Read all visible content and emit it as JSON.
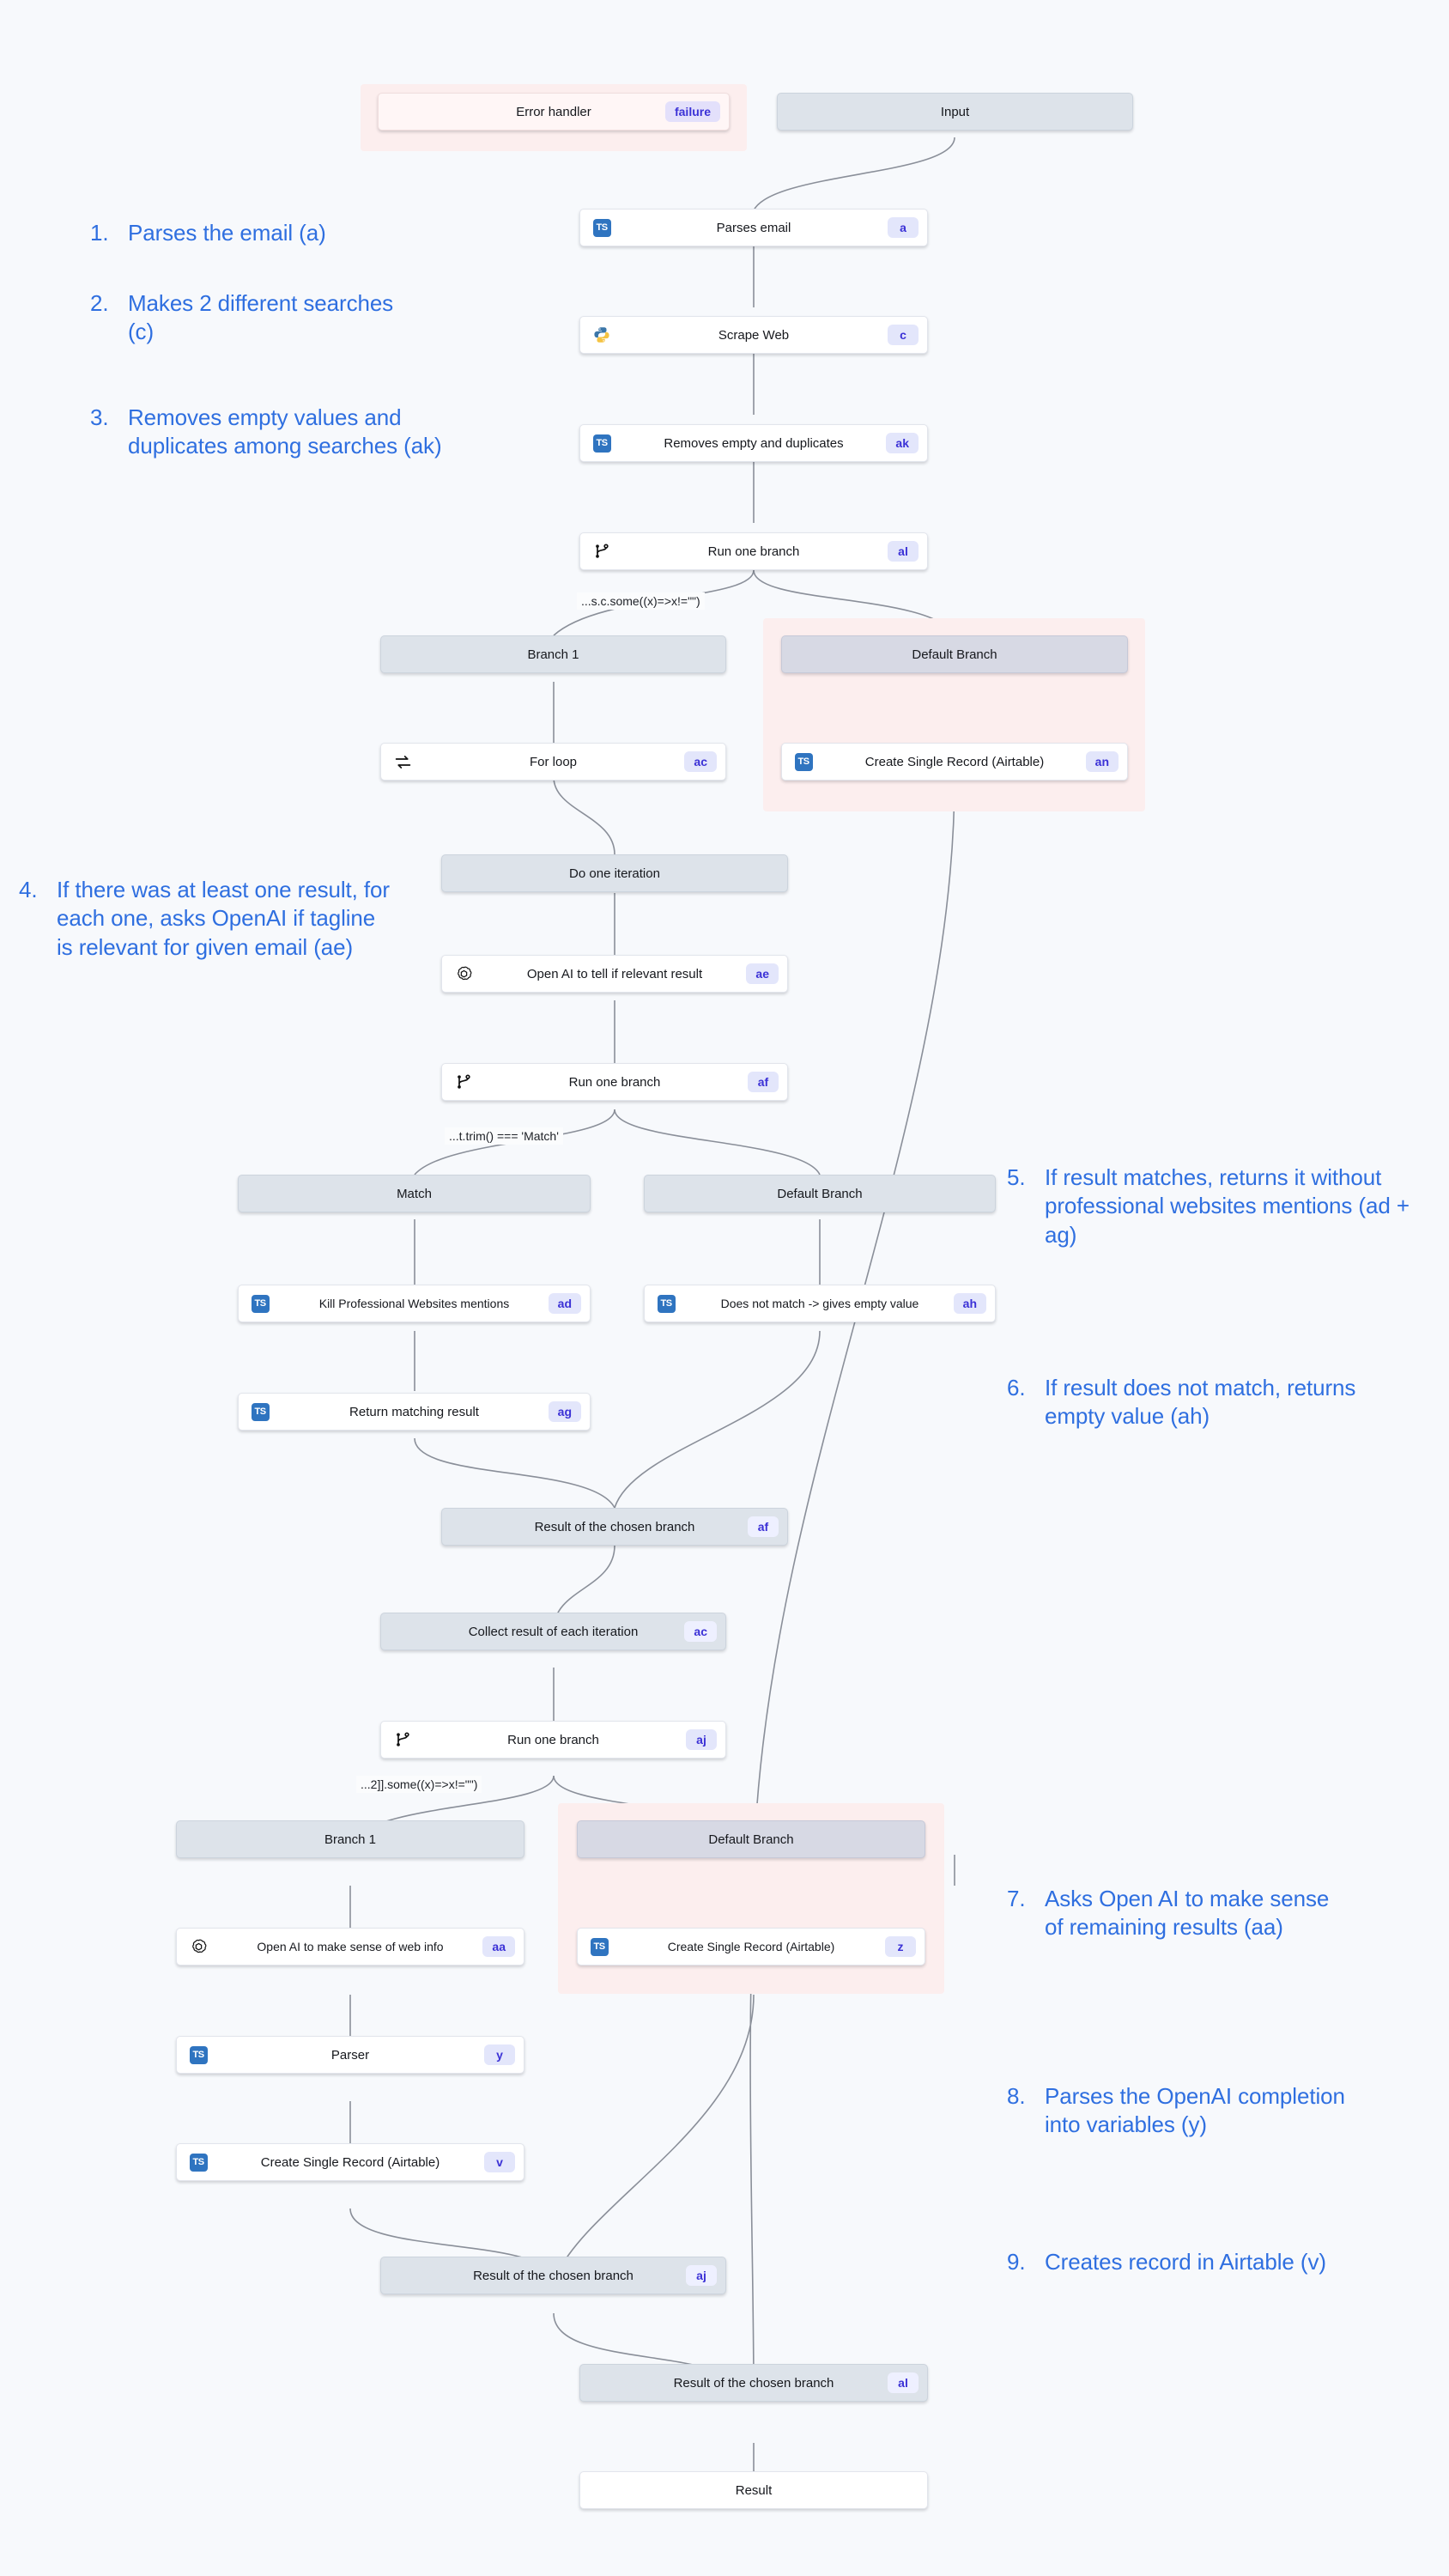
{
  "diagram": {
    "title": "Email enrichment workflow flowchart",
    "background": "#f7f9fc",
    "accent_blue": "#2f6fe0",
    "tag_bg": "#e3e6fb",
    "tag_fg": "#3b31d6",
    "pink_zone": "#fceeee"
  },
  "nodes": {
    "error_handler": {
      "label": "Error handler",
      "tag": "failure",
      "icon": "none"
    },
    "input": {
      "label": "Input",
      "tag": "",
      "icon": "none"
    },
    "parses_email": {
      "label": "Parses email",
      "tag": "a",
      "icon": "typescript-icon"
    },
    "scrape_web": {
      "label": "Scrape Web",
      "tag": "c",
      "icon": "python-icon"
    },
    "removes_empty": {
      "label": "Removes empty and duplicates",
      "tag": "ak",
      "icon": "typescript-icon"
    },
    "run_one_branch_al": {
      "label": "Run one branch",
      "tag": "al",
      "icon": "branch-icon"
    },
    "branch1_top": {
      "label": "Branch 1",
      "tag": "",
      "icon": "none"
    },
    "default_branch_top": {
      "label": "Default Branch",
      "tag": "",
      "icon": "none"
    },
    "for_loop": {
      "label": "For loop",
      "tag": "ac",
      "icon": "loop-icon"
    },
    "create_record_an": {
      "label": "Create Single Record (Airtable)",
      "tag": "an",
      "icon": "typescript-icon"
    },
    "do_one_iteration": {
      "label": "Do one iteration",
      "tag": "",
      "icon": "none"
    },
    "openai_relevant": {
      "label": "Open AI to tell if relevant result",
      "tag": "ae",
      "icon": "openai-icon"
    },
    "run_one_branch_af": {
      "label": "Run one branch",
      "tag": "af",
      "icon": "branch-icon"
    },
    "match": {
      "label": "Match",
      "tag": "",
      "icon": "none"
    },
    "default_branch_mid": {
      "label": "Default Branch",
      "tag": "",
      "icon": "none"
    },
    "kill_mentions": {
      "label": "Kill Professional Websites mentions",
      "tag": "ad",
      "icon": "typescript-icon"
    },
    "does_not_match": {
      "label": "Does not match -> gives empty value",
      "tag": "ah",
      "icon": "typescript-icon"
    },
    "return_matching": {
      "label": "Return matching result",
      "tag": "ag",
      "icon": "typescript-icon"
    },
    "result_chosen_af": {
      "label": "Result of the chosen branch",
      "tag": "af",
      "icon": "none"
    },
    "collect_result": {
      "label": "Collect result of each iteration",
      "tag": "ac",
      "icon": "none"
    },
    "run_one_branch_aj": {
      "label": "Run one branch",
      "tag": "aj",
      "icon": "branch-icon"
    },
    "branch1_bottom": {
      "label": "Branch 1",
      "tag": "",
      "icon": "none"
    },
    "default_branch_bottom": {
      "label": "Default Branch",
      "tag": "",
      "icon": "none"
    },
    "openai_websense": {
      "label": "Open AI to make sense of web info",
      "tag": "aa",
      "icon": "openai-icon"
    },
    "create_record_z": {
      "label": "Create Single Record (Airtable)",
      "tag": "z",
      "icon": "typescript-icon"
    },
    "parser": {
      "label": "Parser",
      "tag": "y",
      "icon": "typescript-icon"
    },
    "create_record_v": {
      "label": "Create Single Record (Airtable)",
      "tag": "v",
      "icon": "typescript-icon"
    },
    "result_chosen_aj": {
      "label": "Result of the chosen branch",
      "tag": "aj",
      "icon": "none"
    },
    "result_chosen_al": {
      "label": "Result of the chosen branch",
      "tag": "al",
      "icon": "none"
    },
    "result": {
      "label": "Result",
      "tag": "",
      "icon": "none"
    }
  },
  "conditions": {
    "cond_al": "...s.c.some((x)=>x!=\"\")",
    "cond_af": "...t.trim() === 'Match'",
    "cond_aj": "...2]].some((x)=>x!=\"\")"
  },
  "notes": [
    {
      "num": "1.",
      "text": "Parses the email (a)"
    },
    {
      "num": "2.",
      "text": "Makes 2 different searches (c)"
    },
    {
      "num": "3.",
      "text": "Removes empty values and duplicates among searches (ak)"
    },
    {
      "num": "4.",
      "text": "If there was at least one result, for each one, asks OpenAI if tagline is relevant for given email (ae)"
    },
    {
      "num": "5.",
      "text": "If result matches, returns it without professional websites mentions (ad + ag)"
    },
    {
      "num": "6.",
      "text": "If result does not match, returns empty value (ah)"
    },
    {
      "num": "7.",
      "text": "Asks Open AI to make sense of remaining results (aa)"
    },
    {
      "num": "8.",
      "text": "Parses the OpenAI completion into variables (y)"
    },
    {
      "num": "9.",
      "text": "Creates record in Airtable (v)"
    }
  ]
}
